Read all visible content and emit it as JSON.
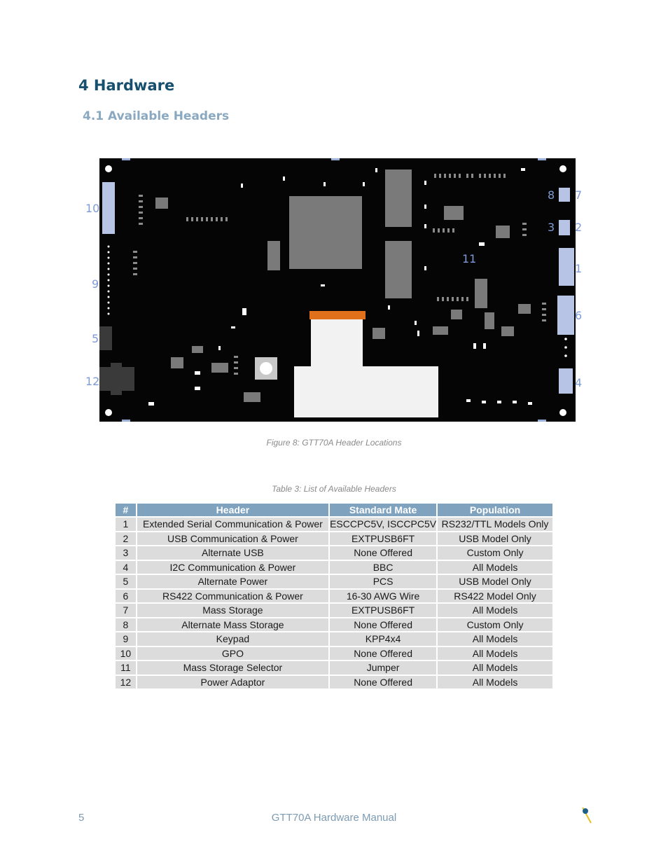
{
  "section": {
    "heading": "4 Hardware",
    "subheading": "4.1 Available Headers"
  },
  "figure": {
    "caption": "Figure 8: GTT70A Header Locations",
    "labels": [
      "10",
      "9",
      "5",
      "12",
      "8",
      "7",
      "3",
      "2",
      "1",
      "6",
      "4",
      "11"
    ]
  },
  "table": {
    "caption": "Table 3: List of Available Headers",
    "columns": [
      "#",
      "Header",
      "Standard Mate",
      "Population"
    ],
    "rows": [
      [
        "1",
        "Extended Serial Communication & Power",
        "ESCCPC5V, ISCCPC5V",
        "RS232/TTL Models Only"
      ],
      [
        "2",
        "USB Communication & Power",
        "EXTPUSB6FT",
        "USB Model Only"
      ],
      [
        "3",
        "Alternate USB",
        "None Offered",
        "Custom Only"
      ],
      [
        "4",
        "I2C Communication & Power",
        "BBC",
        "All Models"
      ],
      [
        "5",
        "Alternate Power",
        "PCS",
        "USB Model Only"
      ],
      [
        "6",
        "RS422 Communication & Power",
        "16-30 AWG Wire",
        "RS422 Model Only"
      ],
      [
        "7",
        "Mass Storage",
        "EXTPUSB6FT",
        "All Models"
      ],
      [
        "8",
        "Alternate Mass Storage",
        "None Offered",
        "Custom Only"
      ],
      [
        "9",
        "Keypad",
        "KPP4x4",
        "All Models"
      ],
      [
        "10",
        "GPO",
        "None Offered",
        "All Models"
      ],
      [
        "11",
        "Mass Storage Selector",
        "Jumper",
        "All Models"
      ],
      [
        "12",
        "Power Adaptor",
        "None Offered",
        "All Models"
      ]
    ]
  },
  "footer": {
    "page_number": "5",
    "title": "GTT70A Hardware Manual"
  },
  "colors": {
    "heading": "#17506e",
    "subheading": "#8aa9c1",
    "table_header": "#7fa3bf",
    "table_cell": "#dcdcdc",
    "label": "#7d9bd6"
  }
}
